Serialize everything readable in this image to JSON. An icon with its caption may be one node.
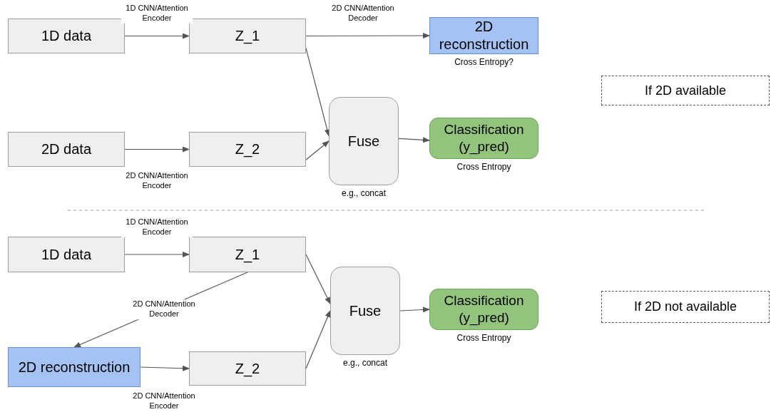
{
  "diagram": {
    "nodes": [
      {
        "text": [
          "1D data"
        ]
      },
      {
        "text": [
          "Z_1"
        ]
      },
      {
        "text": [
          "2D reconstruction"
        ],
        "beside": [
          "Cross Entropy?"
        ]
      },
      {
        "text": [
          "2D data"
        ]
      },
      {
        "text": [
          "Z_2"
        ]
      },
      {
        "text": [
          "Fuse"
        ],
        "beside": [
          "e.g., concat"
        ]
      },
      {
        "text": [
          "Classification (y_pred)"
        ],
        "beside": [
          "Cross Entropy"
        ]
      },
      {
        "text": [
          "If 2D available"
        ]
      },
      {
        "text": [
          "1D data"
        ]
      },
      {
        "text": [
          "Z_1"
        ]
      },
      {
        "text": [
          "2D reconstruction"
        ]
      },
      {
        "text": [
          "Z_2"
        ]
      },
      {
        "text": [
          "Fuse"
        ],
        "beside": [
          "e.g., concat"
        ]
      },
      {
        "text": [
          "Classification (y_pred)"
        ],
        "beside": [
          "Cross Entropy"
        ]
      },
      {
        "text": [
          "If 2D not available"
        ]
      }
    ],
    "edges": [
      {
        "from": 0,
        "to": 1,
        "arrow": "to",
        "label": "1D CNN/Attention Encoder"
      },
      {
        "from": 1,
        "to": 2,
        "arrow": "to",
        "label": "2D CNN/Attention Decoder"
      },
      {
        "from": 1,
        "to": 5,
        "arrow": "to"
      },
      {
        "from": 3,
        "to": 4,
        "arrow": "to",
        "label": "2D CNN/Attention Encoder"
      },
      {
        "from": 4,
        "to": 5,
        "arrow": "to"
      },
      {
        "from": 5,
        "to": 6,
        "arrow": "to"
      },
      {
        "from": 8,
        "to": 9,
        "arrow": "to",
        "label": "1D CNN/Attention Encoder"
      },
      {
        "from": 9,
        "to": 10,
        "arrow": "to",
        "label": "2D CNN/Attention Decoder"
      },
      {
        "from": 10,
        "to": 11,
        "arrow": "to",
        "label": "2D CNN/Attention Encoder"
      },
      {
        "from": 9,
        "to": 12,
        "arrow": "to"
      },
      {
        "from": 11,
        "to": 12,
        "arrow": "to"
      },
      {
        "from": 12,
        "to": 13,
        "arrow": "to"
      }
    ]
  }
}
